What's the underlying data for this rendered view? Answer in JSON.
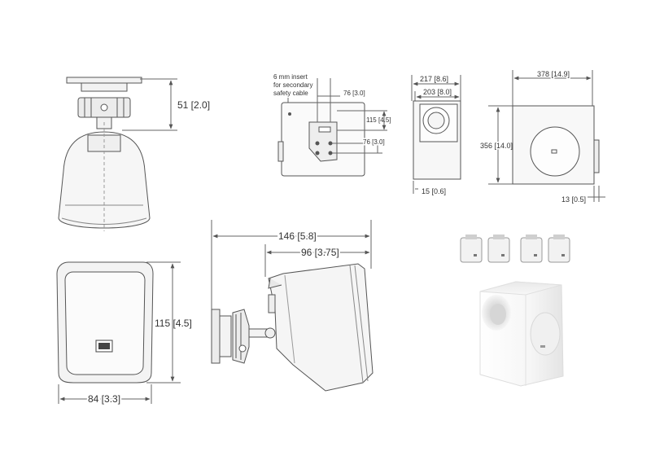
{
  "colors": {
    "line": "#555555",
    "dim_line": "#666666",
    "text": "#333333",
    "fill_light": "#f4f4f4",
    "fill_dark": "#e3e3e3",
    "photo_white": "#fafafa",
    "photo_shadow": "#d0d0d0"
  },
  "labels": {
    "top_height": "51 [2.0]",
    "front_height": "115 [4.5]",
    "front_width": "84 [3.3]",
    "side_overall": "146 [5.8]",
    "side_depth": "96 [3.75]",
    "insert_note_1": "6 mm insert",
    "insert_note_2": "for secondary",
    "insert_note_3": "safety cable",
    "back_76a": "76 [3.0]",
    "back_115": "115 [4.5]",
    "back_76b": "76 [3.0]",
    "sub_217": "217 [8.6]",
    "sub_203": "203 [8.0]",
    "sub_15": "15 [0.6]",
    "sub_378": "378 [14.9]",
    "sub_356": "356 [14.0]",
    "sub_13": "13 [0.5]"
  },
  "icons": {
    "logo_front": "jbl-logo-icon",
    "logo_sub": "jbl-logo-icon"
  }
}
